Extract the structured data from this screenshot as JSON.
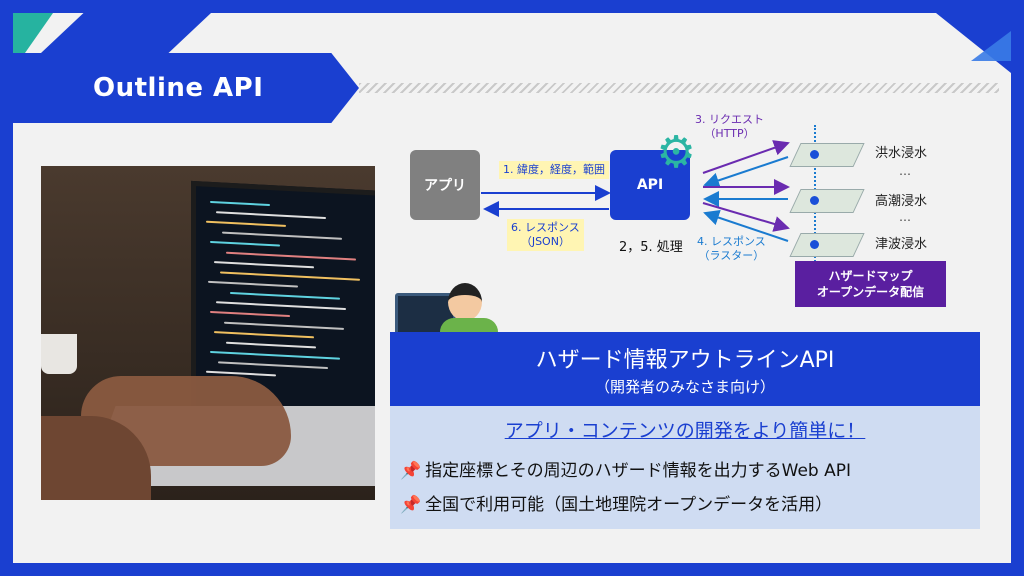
{
  "title": "Outline API",
  "diagram": {
    "app_label": "アプリ",
    "api_label": "API",
    "step1": "1. 緯度，経度，範囲",
    "step6_line1": "6. レスポンス",
    "step6_line2": "（JSON）",
    "step25": "2，5. 処理",
    "step3_line1": "3. リクエスト",
    "step3_line2": "（HTTP）",
    "step4_line1": "4. レスポンス",
    "step4_line2": "（ラスター）",
    "hazards": [
      "洪水浸水",
      "高潮浸水",
      "津波浸水"
    ],
    "ellipsis": "…",
    "delivery_line1": "ハザードマップ",
    "delivery_line2": "オープンデータ配信"
  },
  "panel": {
    "title": "ハザード情報アウトラインAPI",
    "subtitle": "（開発者のみなさま向け）",
    "lead": "アプリ・コンテンツの開発をより簡単に！",
    "bullets": [
      "指定座標とその周辺のハザード情報を出力するWeb API",
      "全国で利用可能（国土地理院オープンデータを活用）"
    ],
    "pin_icon": "pushpin-icon"
  },
  "colors": {
    "brand_blue": "#1a3fd0",
    "teal": "#2bb5a3",
    "purple": "#5a1fa0",
    "panel_light": "#cfdcf2"
  }
}
